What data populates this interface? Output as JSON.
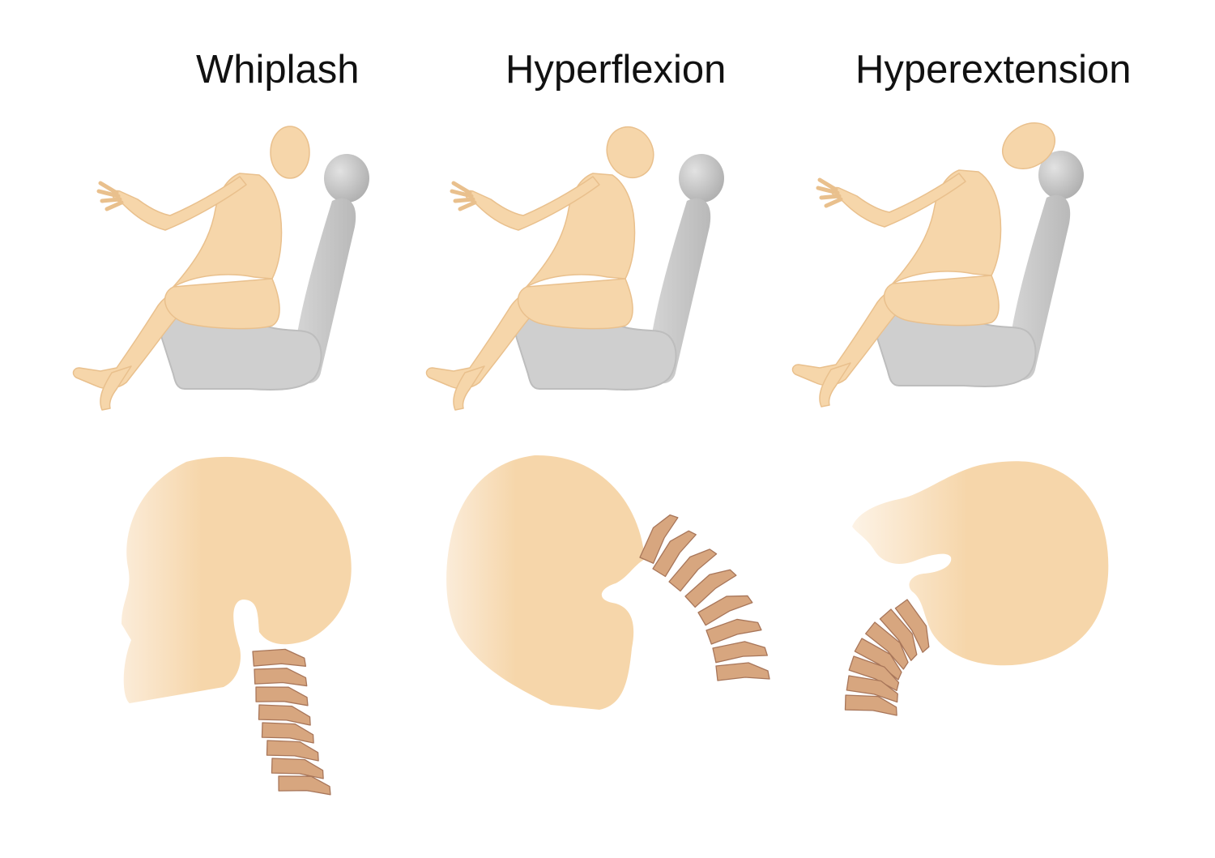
{
  "titles": {
    "whiplash": "Whiplash",
    "hyperflexion": "Hyperflexion",
    "hyperextension": "Hyperextension"
  },
  "colors": {
    "skin": "#f6d6aa",
    "skin_outline": "#e9c08d",
    "seat": "#cfcfcf",
    "seat_shade": "#b7b7b7",
    "vertebra": "#d7a67f",
    "vertebra_outline": "#a8765a",
    "text": "#111111"
  },
  "icons": [
    "seated-person-figure",
    "car-seat",
    "skull-silhouette",
    "cervical-spine"
  ]
}
